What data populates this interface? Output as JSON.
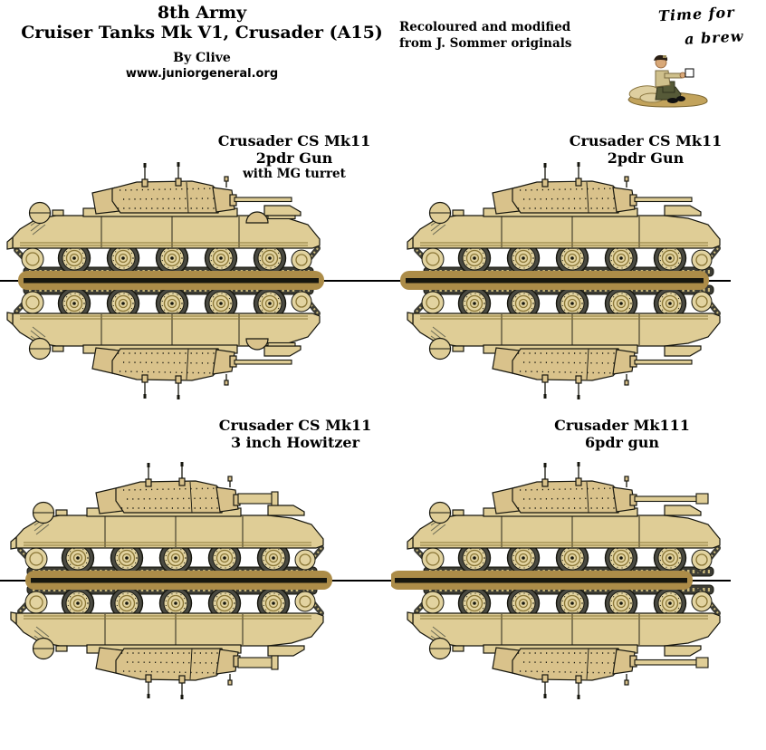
{
  "header": {
    "title_line1": "8th Army",
    "title_line2": "Cruiser Tanks Mk V1, Crusader (A15)",
    "byline": "By Clive",
    "website": "www.juniorgeneral.org",
    "credit_line1": "Recoloured and modified",
    "credit_line2": "from J. Sommer originals",
    "doodle_caption_line1": "Time for",
    "doodle_caption_line2": "a brew",
    "doodle": "soldier-sitting-drinking-tea"
  },
  "units": [
    {
      "name": "Crusader CS Mk11",
      "gun": "2pdr Gun",
      "note": "with MG turret",
      "variant": "2pdr-mg"
    },
    {
      "name": "Crusader CS Mk11",
      "gun": "2pdr Gun",
      "note": "",
      "variant": "2pdr"
    },
    {
      "name": "Crusader CS Mk11",
      "gun": "3 inch Howitzer",
      "note": "",
      "variant": "howitzer"
    },
    {
      "name": "Crusader Mk111",
      "gun": "6pdr gun",
      "note": "",
      "variant": "6pdr"
    }
  ],
  "colors": {
    "hull": "#dfcd96",
    "turret": "#d9c28b",
    "wheel": "#e2d3a0",
    "rim": "#4a4a42",
    "ring": "#8a7636",
    "track": "#3c3c34",
    "trackdot": "#c8b87c",
    "bar": "#ac8c48",
    "outline": "#16160e",
    "ground": "#c2a35c",
    "sandbag": "#decfa0",
    "shirt": "#cfc08c",
    "trousers": "#565a38",
    "skin": "#d8a878",
    "beret": "#2a1f14",
    "cup": "#ffffff"
  }
}
